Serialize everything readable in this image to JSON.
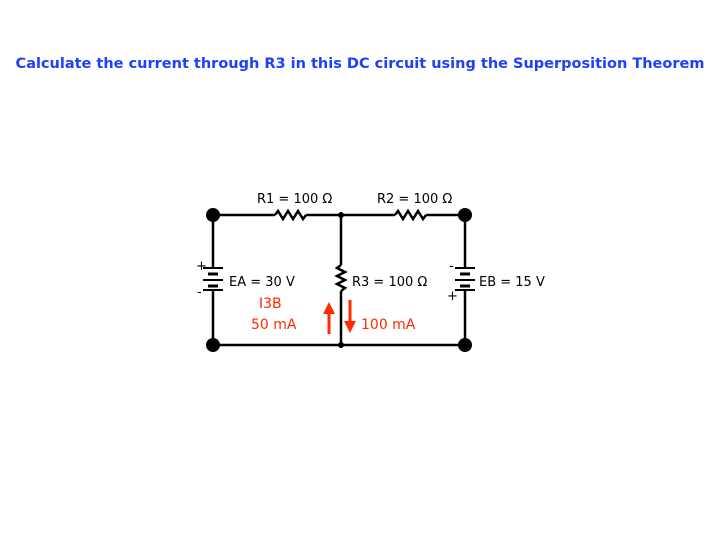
{
  "title": "Calculate the current through R3 in this DC circuit using the Superposition Theorem",
  "colors": {
    "title": "#1f3fff",
    "wire": "#000000",
    "annotation": "#ff2a00"
  },
  "circuit": {
    "r1_label": "R1 = 100 Ω",
    "r2_label": "R2 = 100 Ω",
    "r3_label": "R3 = 100 Ω",
    "ea_label": "EA = 30 V",
    "eb_label": "EB = 15 V",
    "plus": "+",
    "minus": "-"
  },
  "annotations": {
    "i3b_label": "I3B",
    "left_current": "50 mA",
    "right_current": "100 mA"
  }
}
